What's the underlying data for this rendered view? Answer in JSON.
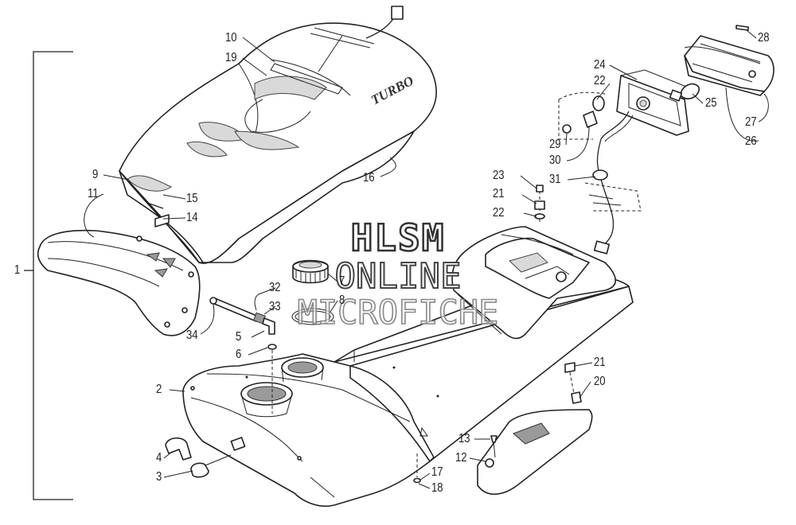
{
  "watermark": {
    "line1": "HLSM",
    "line2": "ONLINE",
    "line3": "MICROFICHE"
  },
  "seat_logo": "TURBO",
  "callouts": {
    "c1": "1",
    "c2": "2",
    "c3": "3",
    "c4": "4",
    "c5": "5",
    "c6": "6",
    "c7": "7",
    "c8": "8",
    "c9": "9",
    "c10": "10",
    "c11": "11",
    "c12": "12",
    "c13": "13",
    "c14": "14",
    "c15": "15",
    "c16": "16",
    "c17": "17",
    "c18": "18",
    "c19": "19",
    "c20": "20",
    "c21a": "21",
    "c21b": "21",
    "c22a": "22",
    "c22b": "22",
    "c23": "23",
    "c24": "24",
    "c25": "25",
    "c26": "26",
    "c27": "27",
    "c28": "28",
    "c29": "29",
    "c30": "30",
    "c31": "31",
    "c32": "32",
    "c33": "33",
    "c34": "34"
  }
}
